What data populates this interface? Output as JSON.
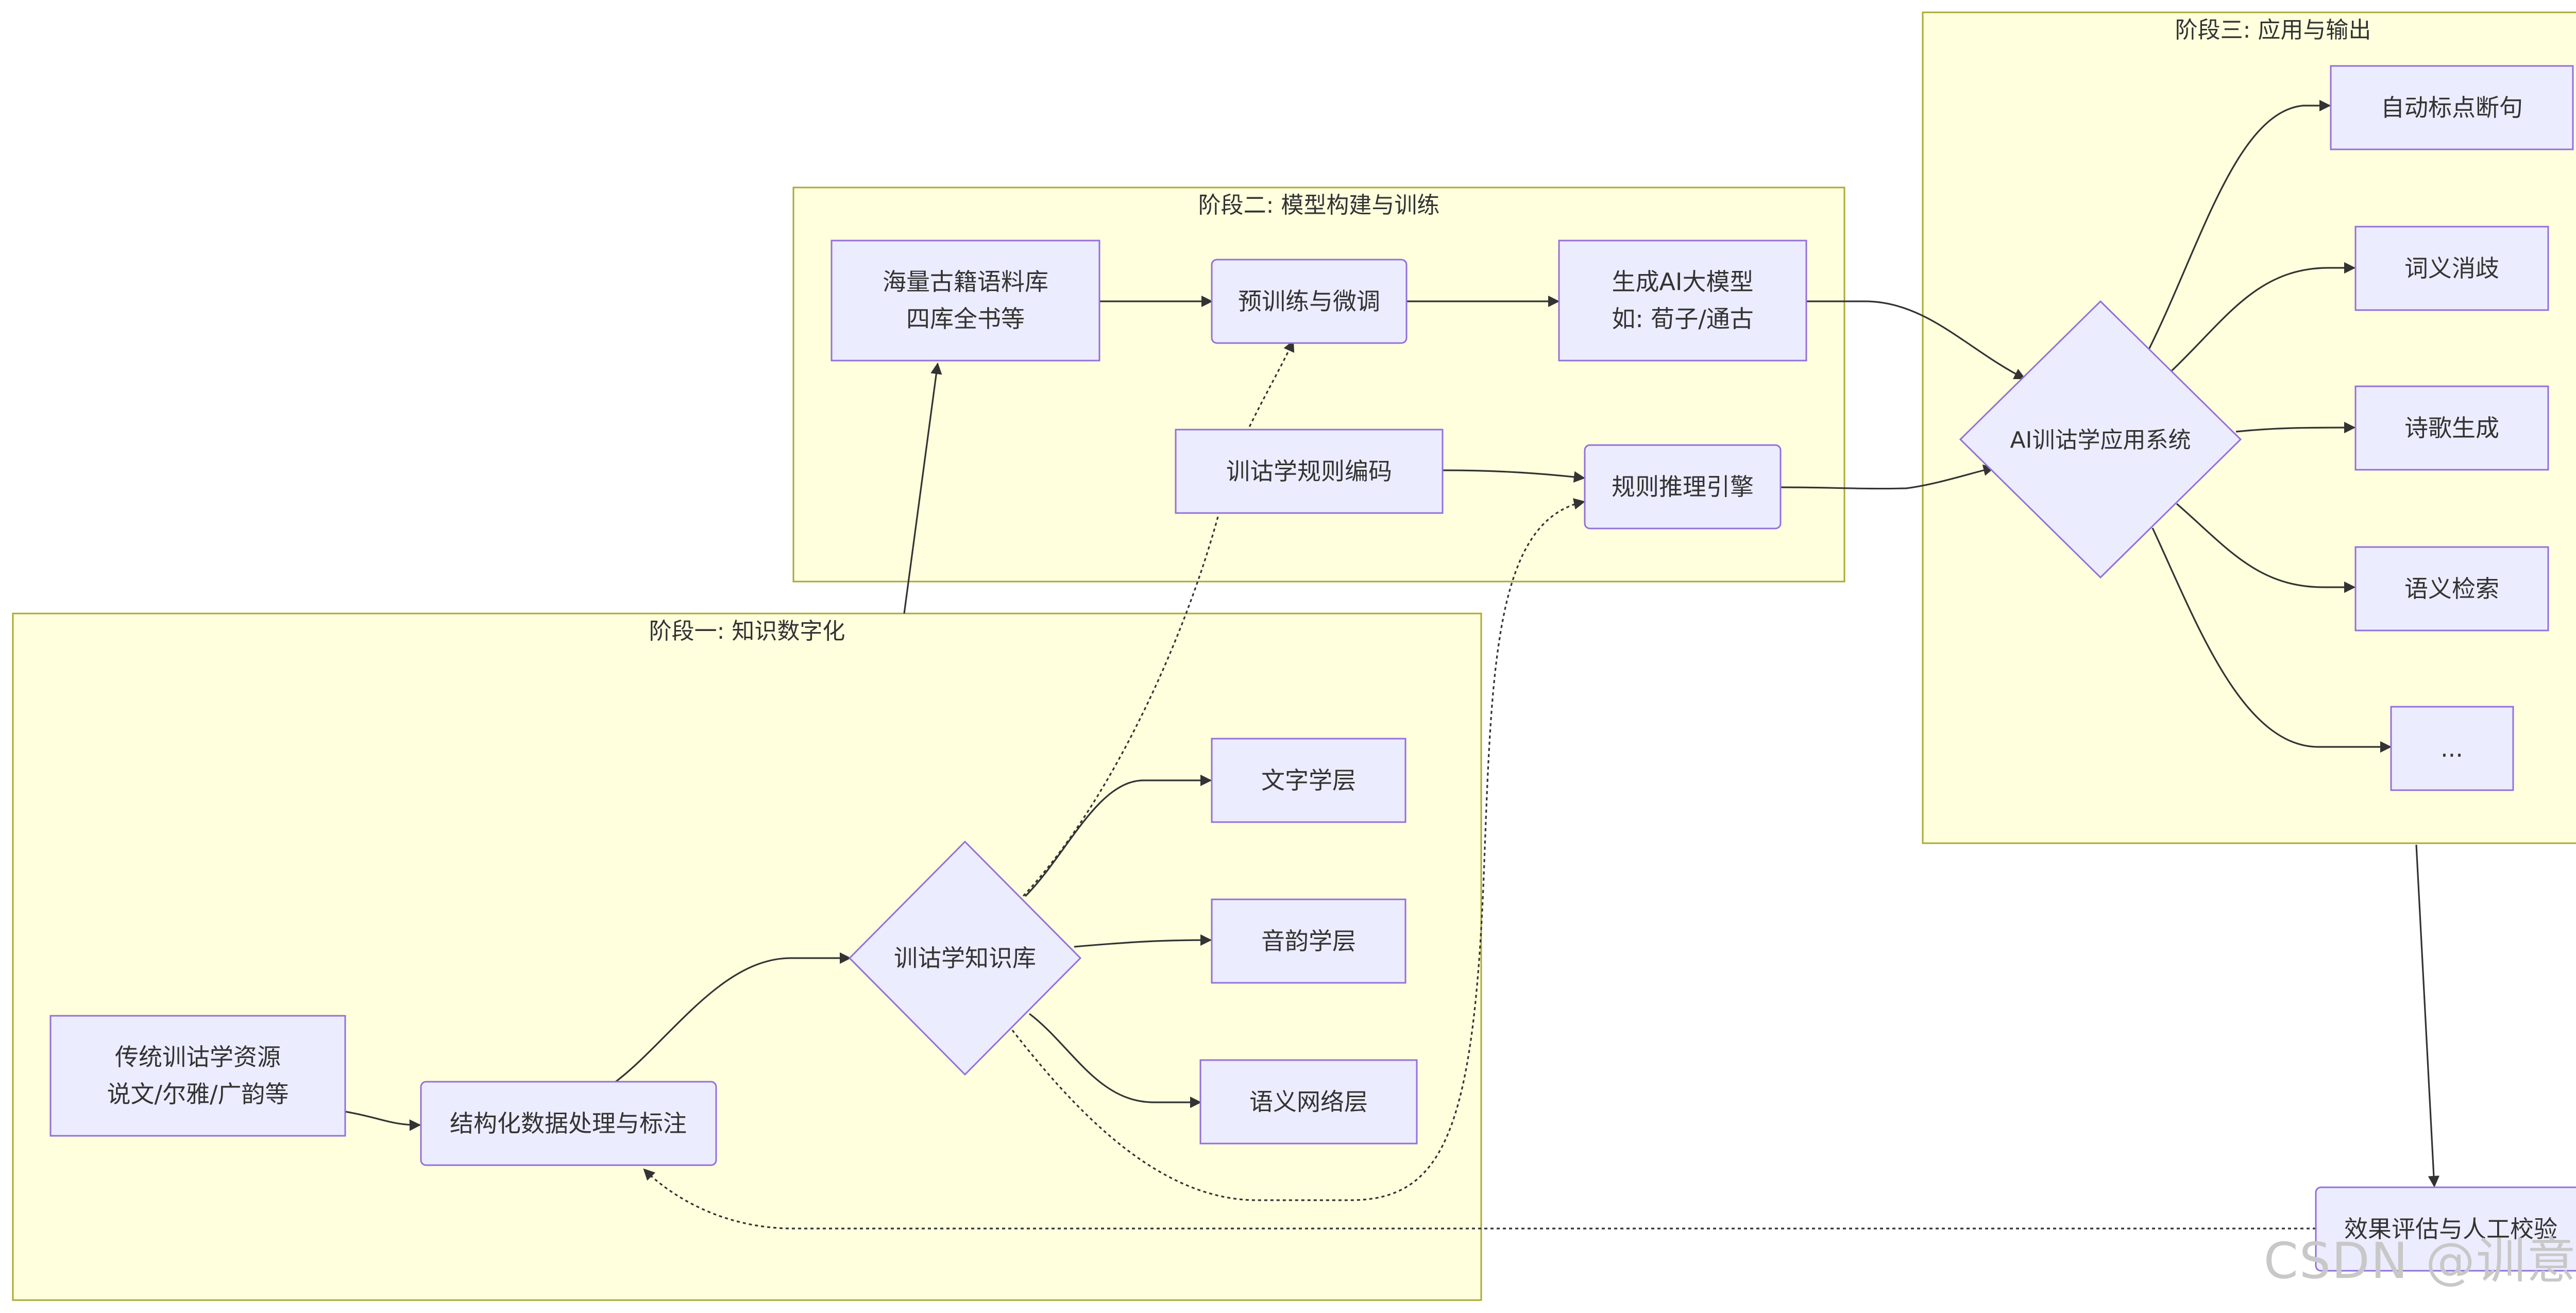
{
  "stages": {
    "s1": "阶段一: 知识数字化",
    "s2": "阶段二: 模型构建与训练",
    "s3": "阶段三: 应用与输出"
  },
  "nodes": {
    "trad": [
      "传统训诂学资源",
      "说文/尔雅/广韵等"
    ],
    "struct": [
      "结构化数据处理与标注"
    ],
    "kb": [
      "训诂学知识库"
    ],
    "wenzi": [
      "文字学层"
    ],
    "yinyun": [
      "音韵学层"
    ],
    "yuyi": [
      "语义网络层"
    ],
    "corpus": [
      "海量古籍语料库",
      "四库全书等"
    ],
    "pretrain": [
      "预训练与微调"
    ],
    "llm": [
      "生成AI大模型",
      "如: 荀子/通古"
    ],
    "rules": [
      "训诂学规则编码"
    ],
    "engine": [
      "规则推理引擎"
    ],
    "app": [
      "AI训诂学应用系统"
    ],
    "punct": [
      "自动标点断句"
    ],
    "wsd": [
      "词义消歧"
    ],
    "poem": [
      "诗歌生成"
    ],
    "search": [
      "语义检索"
    ],
    "more": [
      "..."
    ],
    "eval": [
      "效果评估与人工校验"
    ]
  },
  "watermark": "CSDN @训意学",
  "colors": {
    "cluster_fill": "#ffffde",
    "cluster_stroke": "#aaaa33",
    "node_fill": "#ececff",
    "node_stroke": "#9370db",
    "edge": "#333333",
    "text": "#333333"
  }
}
